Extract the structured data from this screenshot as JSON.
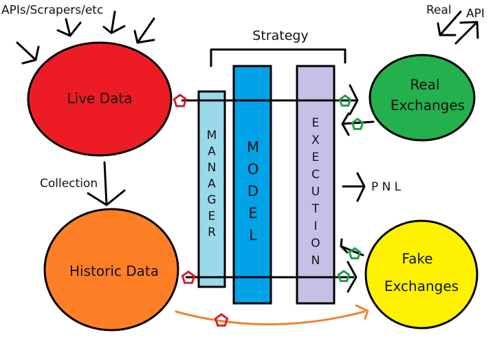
{
  "title": "Trading system architecture",
  "labels": {
    "sources": "APIs/Scrapers/etc",
    "strategy": "Strategy",
    "collection": "Collection",
    "pnl": "P N L",
    "real": "Real",
    "api": "API"
  },
  "nodes": {
    "live_data": {
      "label": "Live Data",
      "color": "#ed1c24"
    },
    "historic_data": {
      "label": "Historic Data",
      "color": "#ff7f27"
    },
    "real_exchanges": {
      "label_line1": "Real",
      "label_line2": "Exchanges",
      "color": "#22b14c"
    },
    "fake_exchanges": {
      "label_line1": "Fake",
      "label_line2": "Exchanges",
      "color": "#fff200"
    }
  },
  "strategy_blocks": {
    "manager": {
      "letters": [
        "M",
        "A",
        "N",
        "A",
        "G",
        "E",
        "R"
      ],
      "color": "#99d9ea"
    },
    "model": {
      "letters": [
        "M",
        "O",
        "D",
        "E",
        "L"
      ],
      "color": "#00a2e8"
    },
    "execution": {
      "letters": [
        "E",
        "X",
        "E",
        "C",
        "U",
        "T",
        "I",
        "O",
        "N"
      ],
      "color": "#c8bfe7"
    }
  },
  "colors": {
    "red_marker": "#d22030",
    "green_marker": "#22a04a",
    "orange_flow": "#f0822a"
  }
}
